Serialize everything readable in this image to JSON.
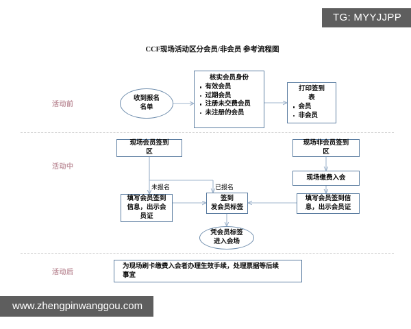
{
  "watermarks": {
    "tag": "TG: MYYJJPP",
    "site": "www.zhengpinwanggou.com"
  },
  "title": "CCF现场活动区分会员/非会员\n参考流程图",
  "stages": [
    {
      "label": "活动前"
    },
    {
      "label": "活动中"
    },
    {
      "label": "活动后"
    }
  ],
  "nodes": {
    "receive_list": {
      "title": "收到报名\n名单"
    },
    "verify_identity": {
      "title": "核实会员身份",
      "bullets": [
        "有效会员",
        "过期会员",
        "注册未交费会员",
        "未注册的会员"
      ]
    },
    "print_signin": {
      "title": "打印签到\n表",
      "bullets": [
        "会员",
        "非会员"
      ]
    },
    "member_area": {
      "title": "现场会员签到\n区"
    },
    "nonmember_area": {
      "title": "现场非会员签到\n区"
    },
    "pay_join": {
      "title": "现场缴费入会"
    },
    "fill_left": {
      "title": "填写会员签到\n信息，出示会\n员证"
    },
    "signin_badge": {
      "title": "签到\n发会员标签"
    },
    "fill_right": {
      "title": "填写会员签到信\n息，出示会员证"
    },
    "enter_venue": {
      "title": "凭会员标签\n进入会场"
    },
    "post_process": {
      "title": "为现场刷卡缴费入会者办理生效手续，处理票据等后续\n事宜"
    }
  },
  "edge_labels": {
    "not_registered": "未报名",
    "registered": "已报名"
  },
  "colors": {
    "node_border": "#5a7ca0",
    "connector": "#9fb4cc",
    "stage_label": "#c49aa4",
    "watermark_band": "#5e5e5e",
    "divider": "#cfcfcf"
  }
}
